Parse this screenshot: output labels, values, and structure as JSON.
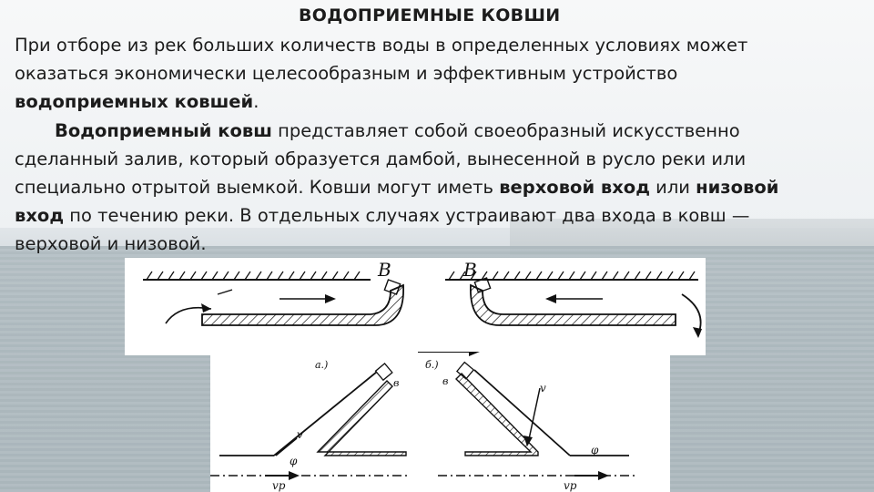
{
  "title": "ВОДОПРИЕМНЫЕ КОВШИ",
  "para1": {
    "line1": "При отборе из рек больших количеств воды в определенных условиях может",
    "line2": "оказаться экономически целесообразным и эффективным устройство",
    "bold": "водоприемных ковшей",
    "end": "."
  },
  "para2": {
    "bold1": "Водоприемный ковш",
    "t1": " представляет собой своеобразный искусственно",
    "t2": "сделанный залив, который образуется дамбой, вынесенной в русло реки или",
    "t3": "специально отрытой выемкой. Ковши могут иметь ",
    "bold2": "верховой вход",
    "t4": " или ",
    "bold3": "низовой",
    "bold4": "вход",
    "t5": " по течению реки. В отдельных случаях устраивают два входа в ковш —",
    "t6": "верховой и низовой."
  },
  "diagram": {
    "label_b_left": "В",
    "label_b_right": "В",
    "label_a": "а.)",
    "label_b_small": "б.)",
    "label_b1": "в",
    "label_b2": "в",
    "label_v1": "v",
    "label_v2": "v",
    "label_phi1": "φ",
    "label_phi2": "φ",
    "label_vp1": "vр",
    "label_vp2": "vр"
  }
}
